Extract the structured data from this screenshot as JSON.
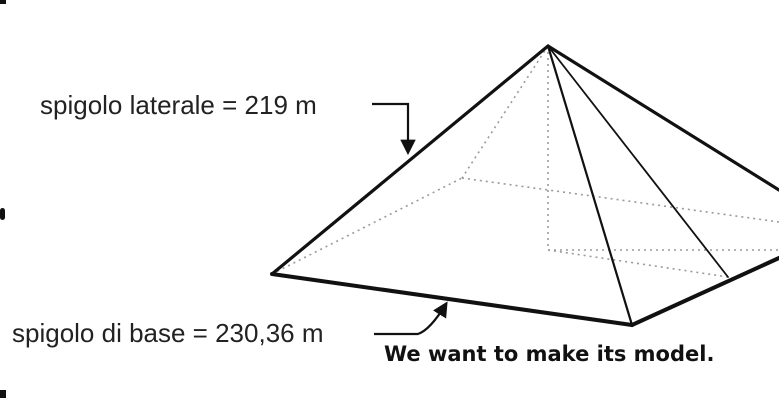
{
  "diagram": {
    "lateral_edge_label": "spigolo laterale = 219 m",
    "base_edge_label": "spigolo di base = 230,36 m",
    "caption": "We want to make its model."
  }
}
